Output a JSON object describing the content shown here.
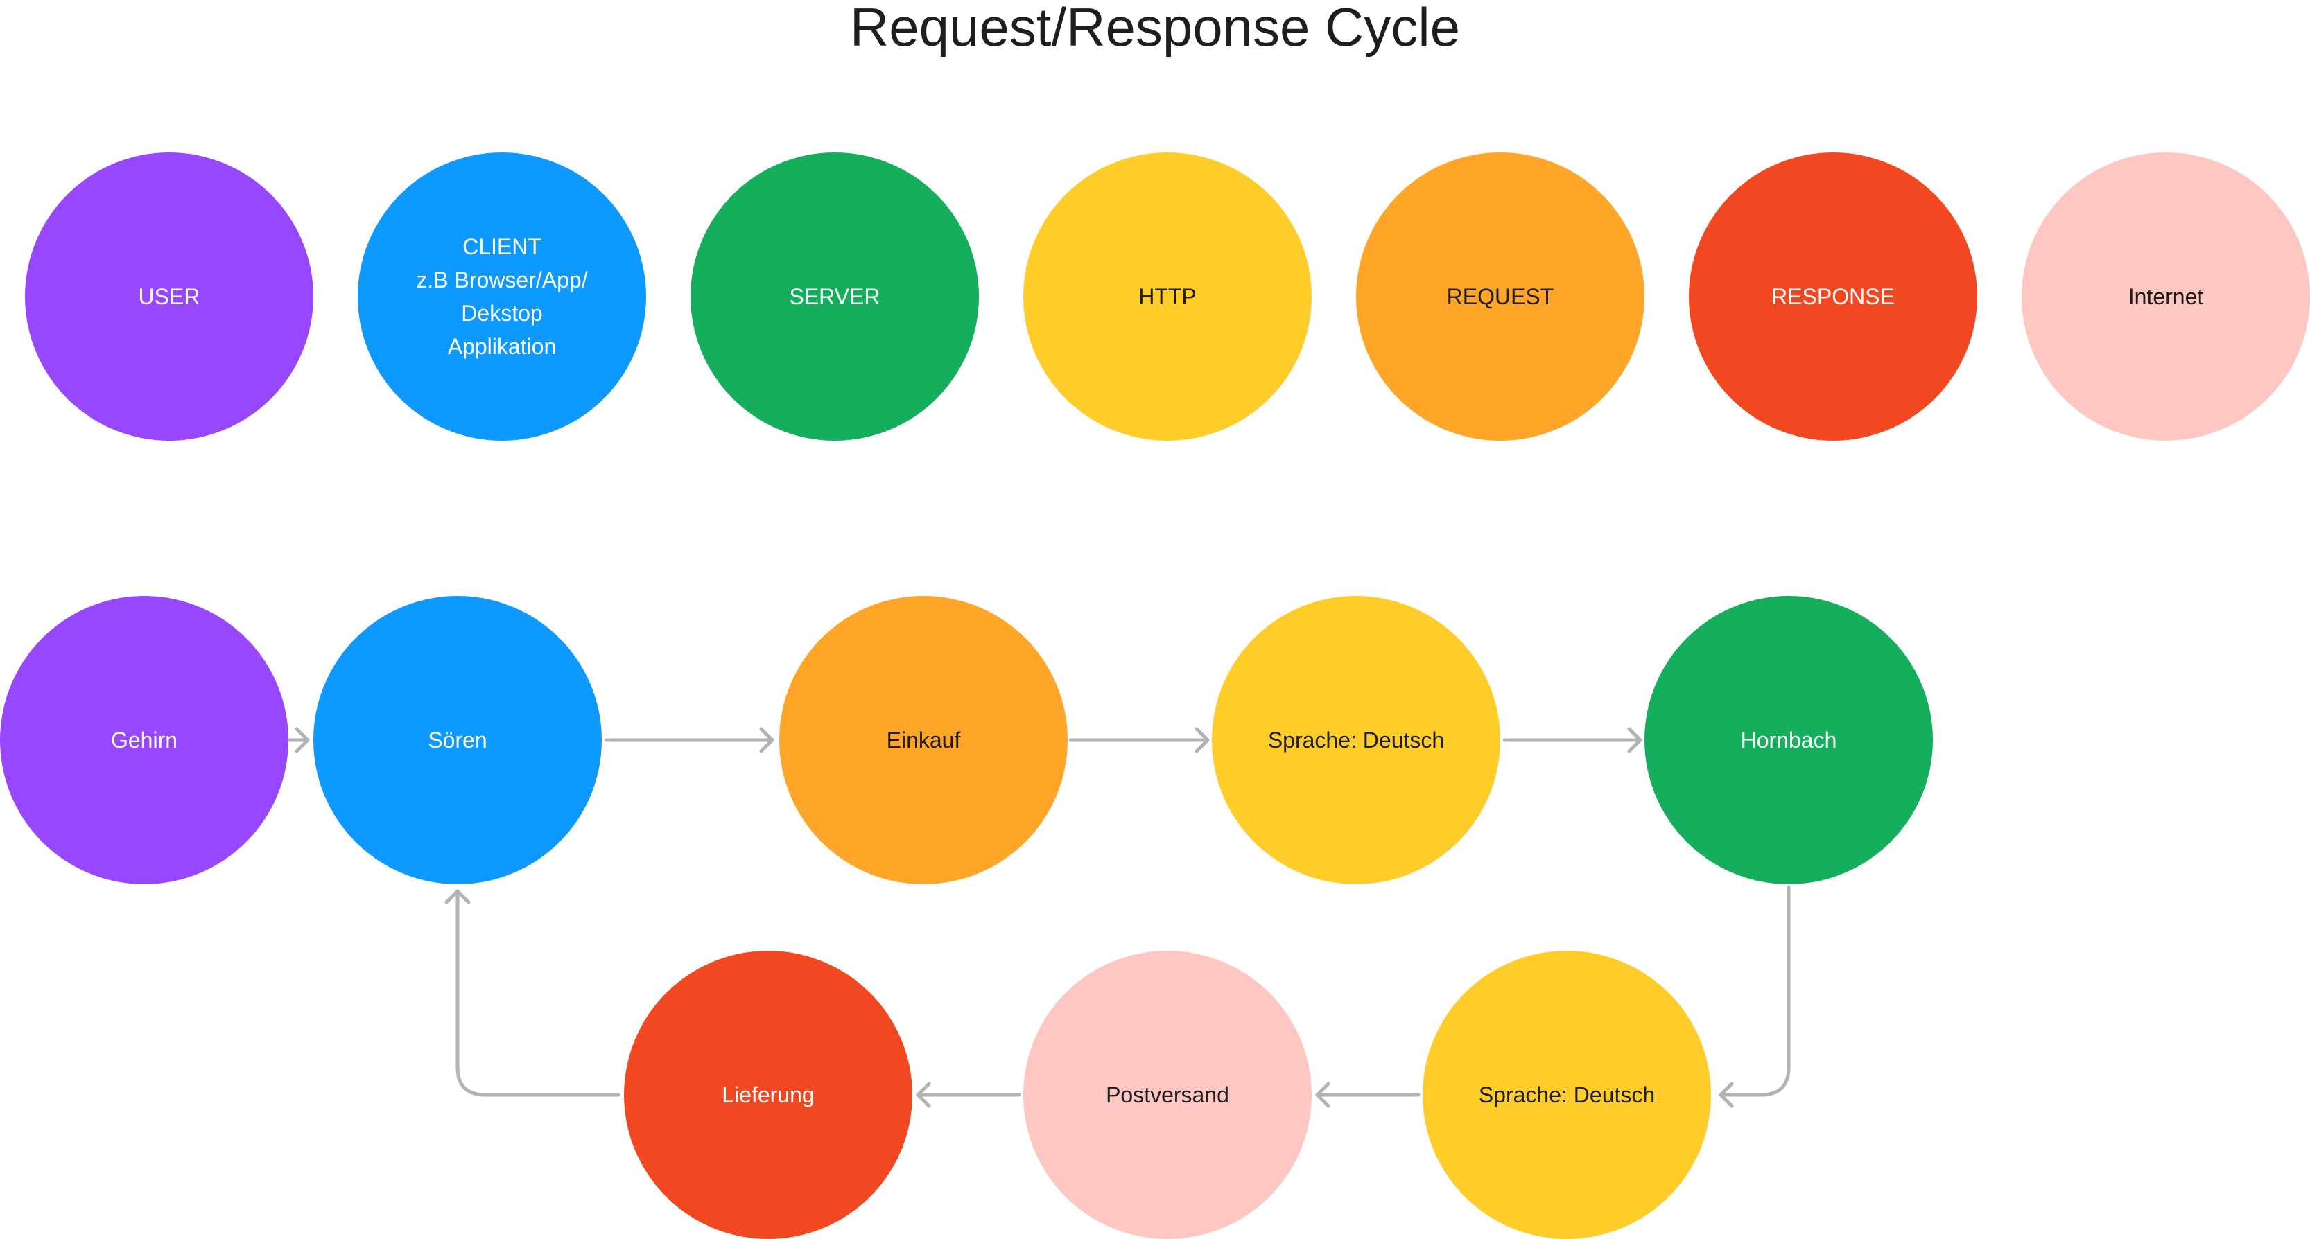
{
  "title": "Request/Response Cycle",
  "legend": [
    {
      "label": "USER",
      "color": "#9747ff"
    },
    {
      "label": "CLIENT\nz.B Browser/App/\nDekstop\nApplikation",
      "color": "#0d99ff"
    },
    {
      "label": "SERVER",
      "color": "#14ae5c"
    },
    {
      "label": "HTTP",
      "color": "#ffcd29"
    },
    {
      "label": "REQUEST",
      "color": "#ffa629"
    },
    {
      "label": "RESPONSE",
      "color": "#f24822"
    },
    {
      "label": "Internet",
      "color": "#ffc7c2"
    }
  ],
  "flow": [
    {
      "label": "Gehirn",
      "color": "#9747ff"
    },
    {
      "label": "Sören",
      "color": "#0d99ff"
    },
    {
      "label": "Einkauf",
      "color": "#ffa629"
    },
    {
      "label": "Sprache: Deutsch",
      "color": "#ffcd29"
    },
    {
      "label": "Hornbach",
      "color": "#14ae5c"
    },
    {
      "label": "Sprache: Deutsch",
      "color": "#ffcd29"
    },
    {
      "label": "Postversand",
      "color": "#ffc7c2"
    },
    {
      "label": "Lieferung",
      "color": "#f24822"
    }
  ],
  "connector_color": "#b3b3b3"
}
